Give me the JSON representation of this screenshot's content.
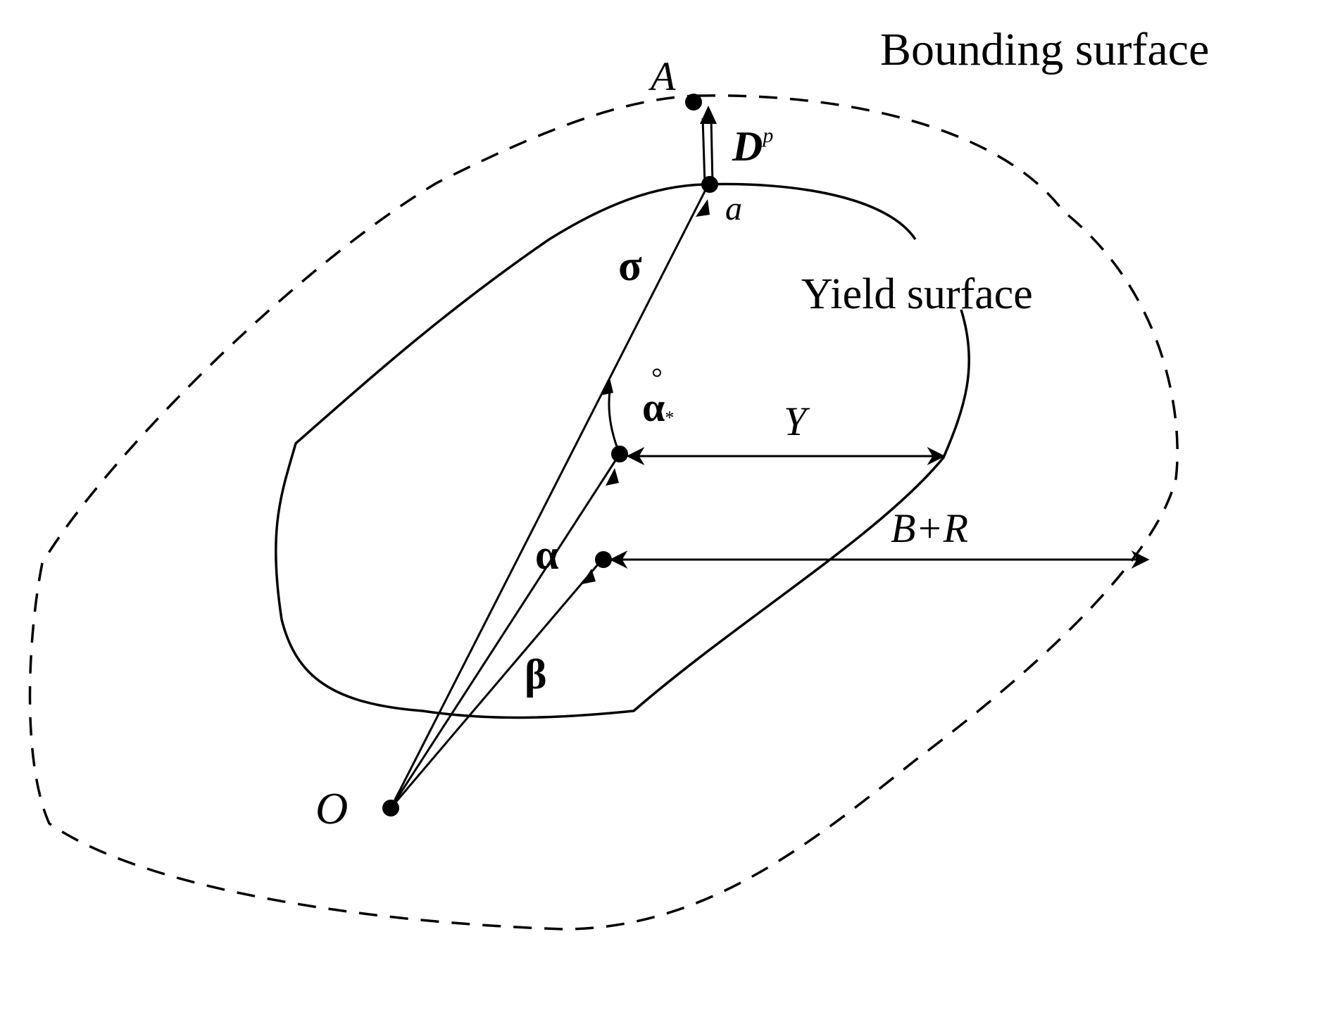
{
  "labels": {
    "bounding_surface": "Bounding surface",
    "yield_surface": "Yield surface",
    "point_A": "A",
    "point_a": "a",
    "point_O": "O",
    "D_main": "D",
    "D_sup": "p",
    "sigma": "σ",
    "alpha_ring_main": "α",
    "alpha_ring_accent": "°",
    "alpha_ring_sub": "*",
    "alpha": "α",
    "beta": "β",
    "Y": "Y",
    "B_plus_R": "B+R"
  }
}
